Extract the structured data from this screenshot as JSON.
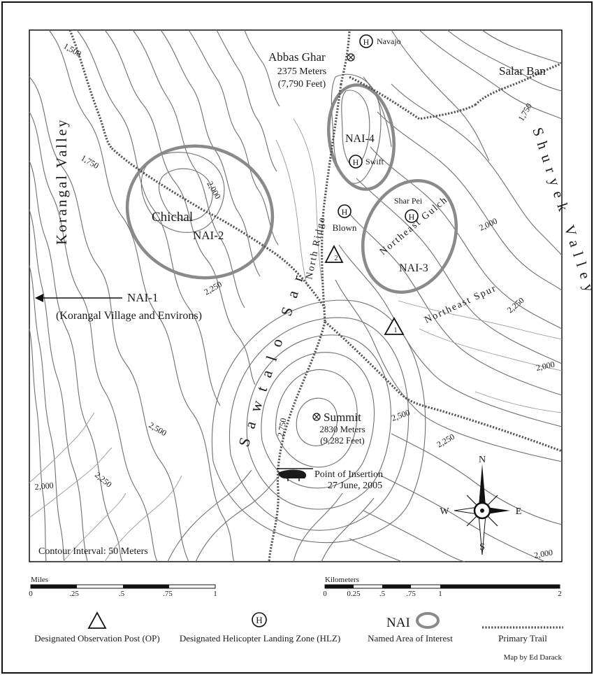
{
  "places": {
    "abbas_ghar": "Abbas Ghar",
    "abbas_ghar_meters": "2375 Meters",
    "abbas_ghar_feet": "(7,790 Feet)",
    "salar_ban": "Salar Ban",
    "chichal": "Chichal",
    "summit": "Summit",
    "summit_meters": "2830 Meters",
    "summit_feet": "(9,282 Feet)",
    "insertion": "Point of Insertion",
    "insertion_date": "27 June, 2005"
  },
  "features": {
    "korangal_valley": "Korangal Valley",
    "shuryek_valley": "Shuryek Valley",
    "sawtalo_sar": "Sawtalo Sar",
    "north_ridge": "North Ridge",
    "northeast_gulch": "Northeast Gulch",
    "northeast_spur": "Northeast Spur"
  },
  "nai": {
    "nai1": "NAI-1",
    "nai1_desc": "(Korangal Village and Environs)",
    "nai2": "NAI-2",
    "nai3": "NAI-3",
    "nai4": "NAI-4"
  },
  "hlz": {
    "symbol": "H",
    "navajo": "Navajo",
    "swift": "Swift",
    "blown": "Blown",
    "shar_pei": "Shar Pei"
  },
  "op": {
    "op1": "1",
    "op2": "2"
  },
  "contours": {
    "c1500": "1,500",
    "c1750a": "1,750",
    "c1750b": "1,750",
    "c2000a": "2,000",
    "c2000b": "2,000",
    "c2000c": "2,000",
    "c2000d": "2,000",
    "c2000e": "2,000",
    "c2250a": "2,250",
    "c2250b": "2,250",
    "c2250c": "2,250",
    "c2250d": "2,250",
    "c2500a": "2,500",
    "c2500b": "2,500",
    "c2750": "2,750"
  },
  "compass": {
    "n": "N",
    "s": "S",
    "e": "E",
    "w": "W"
  },
  "contour_interval": "Contour Interval: 50 Meters",
  "scale_miles": {
    "title": "Miles",
    "ticks": [
      "0",
      ".25",
      ".5",
      ".75",
      "1"
    ]
  },
  "scale_km": {
    "title": "Kilometers",
    "ticks": [
      "0",
      "0.25",
      ".5",
      ".75",
      "1",
      "2"
    ]
  },
  "legend": {
    "op": "Designated Observation Post (OP)",
    "hlz": "Designated Helicopter Landing Zone (HLZ)",
    "nai_abbr": "NAI",
    "nai": "Named Area of Interest",
    "trail": "Primary Trail"
  },
  "credit": "Map by Ed Darack"
}
